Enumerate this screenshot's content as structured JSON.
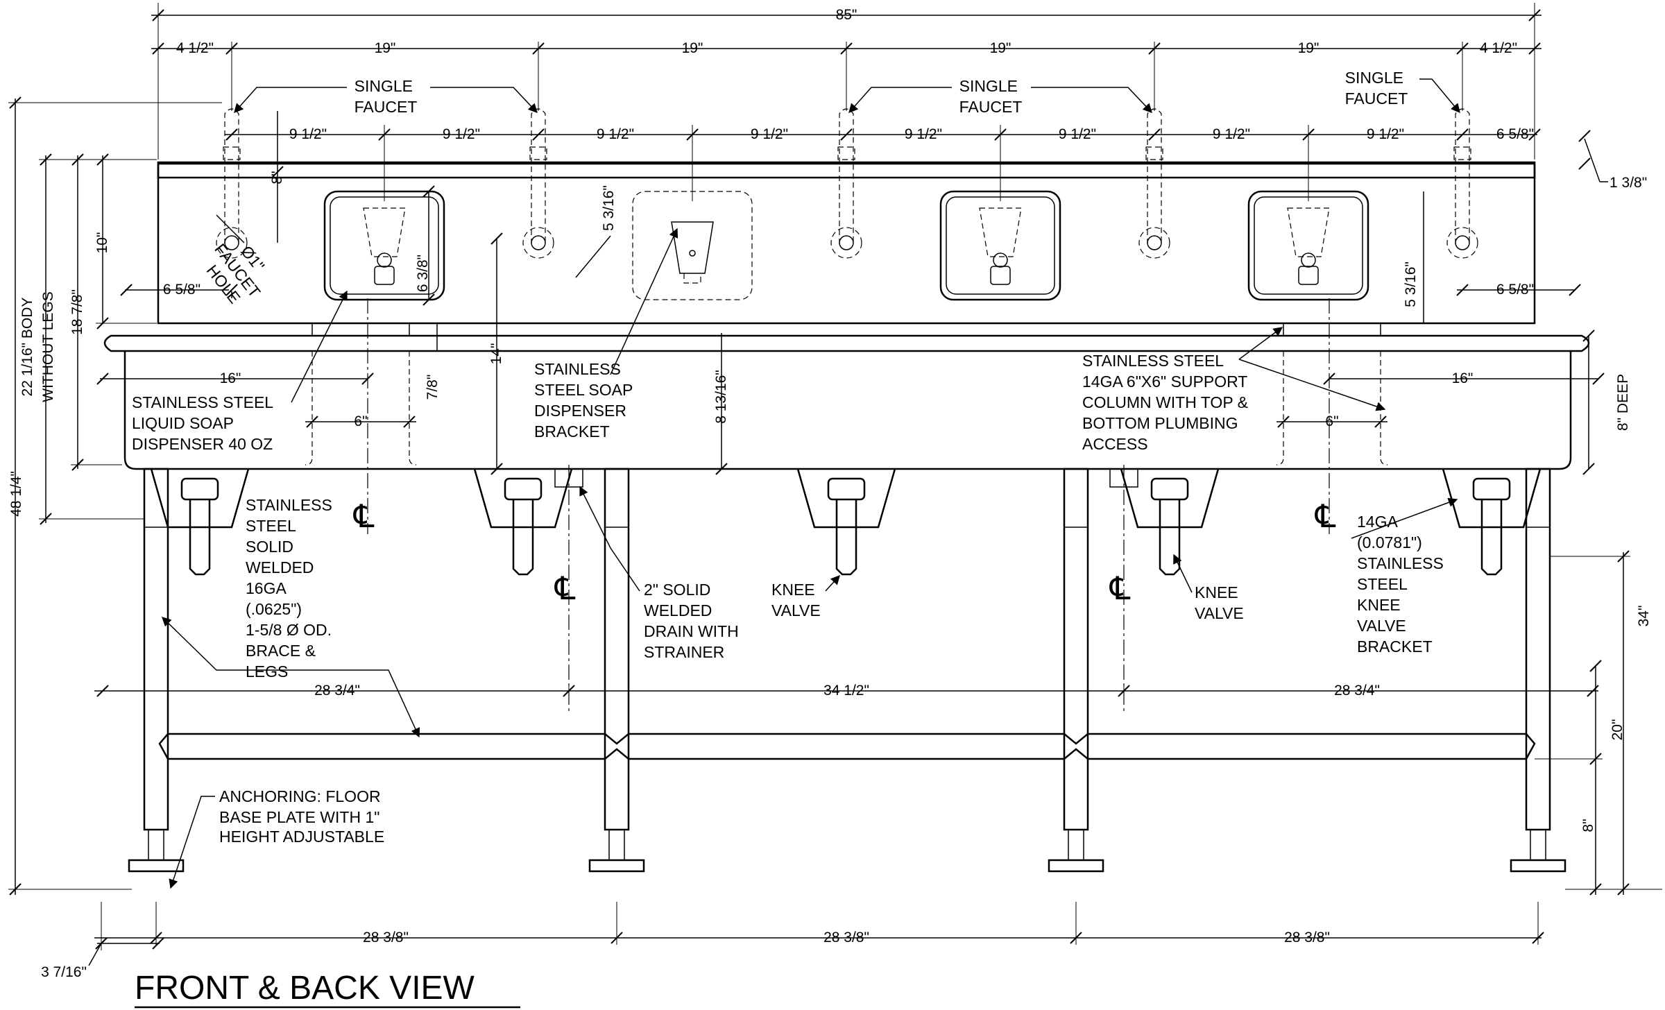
{
  "title": "FRONT & BACK VIEW",
  "dimensions": {
    "overall_width": "85\"",
    "end_4_1_2": "4 1/2\"",
    "bowl_spacing": "19\"",
    "half_spacing": "9 1/2\"",
    "end_6_5_8": "6 5/8\"",
    "top_1_3_8": "1 3/8\"",
    "height_8": "8\"",
    "height_10": "10\"",
    "height_5_3_16": "5 3/16\"",
    "height_6_3_8": "6 3/8\"",
    "body_22": "22 1/16\" BODY",
    "body_22_sub": "WITHOUT LEGS",
    "height_18_7_8": "18 7/8\"",
    "height_48_1_4": "48 1/4\"",
    "width_16": "16\"",
    "width_6": "6\"",
    "height_7_8": "7/8\"",
    "height_14": "14\"",
    "height_8_13_16": "8 13/16\"",
    "deep_8": "8\" DEEP",
    "height_34": "34\"",
    "height_20": "20\"",
    "width_28_3_4": "28 3/4\"",
    "width_34_1_2": "34 1/2\"",
    "width_28_3_8": "28 3/8\"",
    "offset_3_7_16": "3 7/16\""
  },
  "labels": {
    "single_faucet": [
      "SINGLE",
      "FAUCET"
    ],
    "faucet_hole": [
      "Ø1\"",
      "FAUCET",
      "HOLE"
    ],
    "liquid_soap": [
      "STAINLESS STEEL",
      "LIQUID SOAP",
      "DISPENSER 40 OZ"
    ],
    "soap_bracket": [
      "STAINLESS",
      "STEEL SOAP",
      "DISPENSER",
      "BRACKET"
    ],
    "support_column": [
      "STAINLESS STEEL",
      "14GA 6\"X6\" SUPPORT",
      "COLUMN WITH TOP &",
      "BOTTOM PLUMBING",
      "ACCESS"
    ],
    "legs": [
      "STAINLESS",
      "STEEL",
      "SOLID",
      "WELDED",
      "16GA",
      "(.0625\")",
      "1-5/8 Ø OD.",
      "BRACE &",
      "LEGS"
    ],
    "drain": [
      "2\" SOLID",
      "WELDED",
      "DRAIN WITH",
      "STRAINER"
    ],
    "knee_valve": [
      "KNEE",
      "VALVE"
    ],
    "knee_bracket": [
      "14GA",
      "(0.0781\")",
      "STAINLESS",
      "STEEL",
      "KNEE",
      "VALVE",
      "BRACKET"
    ],
    "anchoring": [
      "ANCHORING: FLOOR",
      "BASE PLATE WITH 1\"",
      "HEIGHT ADJUSTABLE"
    ],
    "centerline": "℄"
  }
}
